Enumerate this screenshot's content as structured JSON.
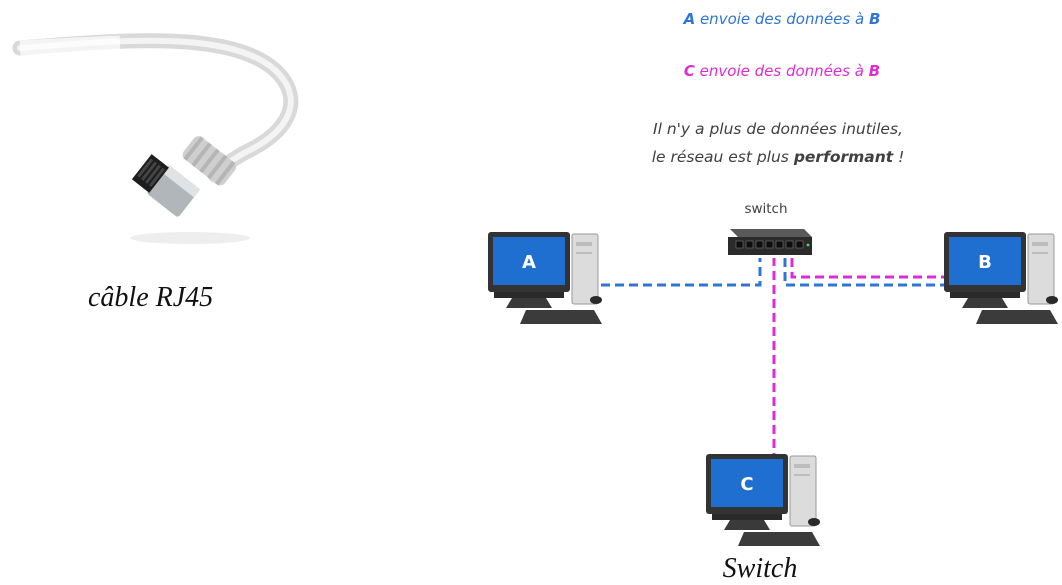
{
  "left": {
    "caption": "câble RJ45"
  },
  "diagram": {
    "legend_a": {
      "prefix": "A",
      "text": " envoie des données à ",
      "suffix": "B"
    },
    "legend_c": {
      "prefix": "C",
      "text": " envoie des données à ",
      "suffix": "B"
    },
    "explanation_line1": "Il n'y a plus de données inutiles,",
    "explanation_line2_prefix": "le réseau est plus ",
    "explanation_line2_bold": "performant",
    "explanation_line2_suffix": " !",
    "switch_label": "switch",
    "computers": {
      "a": "A",
      "b": "B",
      "c": "C"
    },
    "caption": "Switch"
  },
  "colors": {
    "link_a_to_b": "#2e75d6",
    "link_c_to_b": "#e02ad8",
    "screen": "#1f6fd0"
  }
}
